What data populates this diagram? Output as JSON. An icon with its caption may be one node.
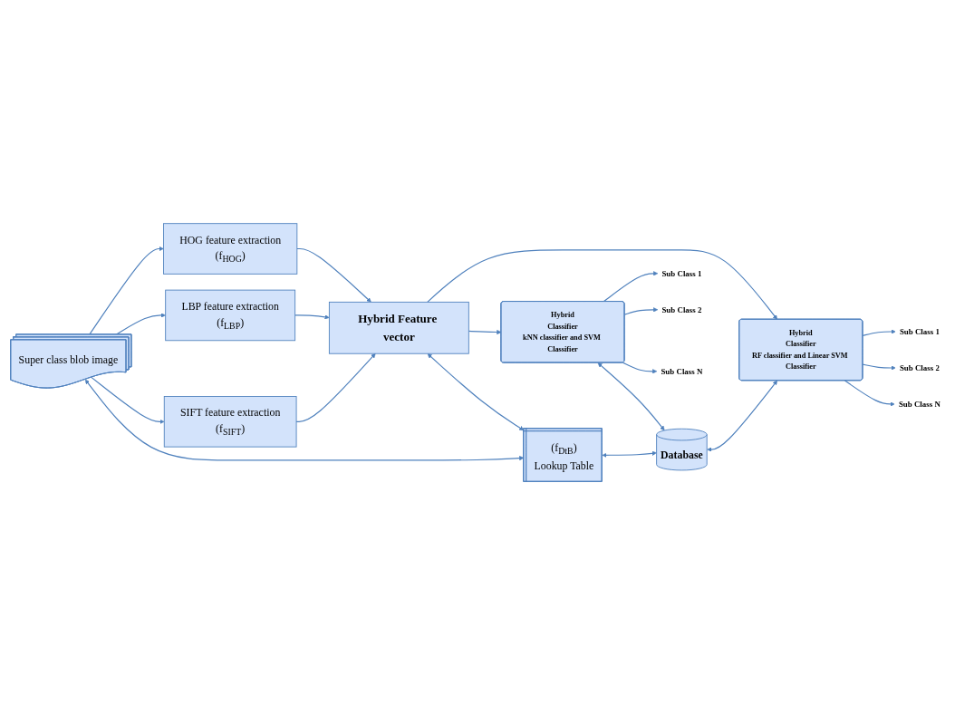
{
  "diagram": {
    "nodes": [
      {
        "text": [
          "Super class blob image"
        ]
      },
      {
        "text": [
          "HOG feature extraction",
          "(f$_{HOG}$)"
        ]
      },
      {
        "text": [
          "LBP feature extraction",
          "(f$_{LBP}$)"
        ]
      },
      {
        "text": [
          "SIFT feature extraction",
          "(f$_{SIFT}$)"
        ]
      },
      {
        "text": [
          "Hybrid Feature vector"
        ]
      },
      {
        "text": [
          "Hybrid",
          "Classifier",
          "RF classifier and Linear SVM Classifier"
        ]
      },
      {
        "text": [
          "Sub Class 1"
        ]
      },
      {
        "text": [
          "Sub Class 2"
        ]
      },
      {
        "text": [
          "Sub Class N"
        ]
      },
      {
        "text": [
          "Hybrid",
          "Classifier",
          "kNN classifier and SVM Classifier"
        ]
      },
      {
        "text": [
          "Sub Class 1"
        ]
      },
      {
        "text": [
          "Sub Class 2"
        ]
      },
      {
        "text": [
          "Sub Class N"
        ]
      },
      {
        "text": [
          "(f$_{DtB}$)",
          "Lookup Table"
        ]
      },
      {
        "text": [
          "Database"
        ]
      }
    ],
    "edges": [
      {
        "from": 0,
        "to": 1,
        "arrow": "to"
      },
      {
        "from": 0,
        "to": 2,
        "arrow": "to"
      },
      {
        "from": 0,
        "to": 3,
        "arrow": "to"
      },
      {
        "from": 0,
        "to": 13,
        "arrow": "both"
      },
      {
        "from": 1,
        "to": 4,
        "arrow": "to"
      },
      {
        "from": 2,
        "to": 4,
        "arrow": "to"
      },
      {
        "from": 3,
        "to": 4,
        "arrow": "to"
      },
      {
        "from": 4,
        "to": 5,
        "arrow": "to"
      },
      {
        "from": 4,
        "to": 9,
        "arrow": "to"
      },
      {
        "from": 4,
        "to": 13,
        "arrow": "both"
      },
      {
        "from": 5,
        "to": 6,
        "arrow": "to"
      },
      {
        "from": 5,
        "to": 7,
        "arrow": "to"
      },
      {
        "from": 5,
        "to": 8,
        "arrow": "to"
      },
      {
        "from": 9,
        "to": 10,
        "arrow": "to"
      },
      {
        "from": 9,
        "to": 11,
        "arrow": "to"
      },
      {
        "from": 9,
        "to": 12,
        "arrow": "to"
      },
      {
        "from": 14,
        "to": 5,
        "arrow": "both"
      },
      {
        "from": 9,
        "to": 14,
        "arrow": "both"
      },
      {
        "from": 13,
        "to": 14,
        "arrow": "both"
      }
    ]
  }
}
